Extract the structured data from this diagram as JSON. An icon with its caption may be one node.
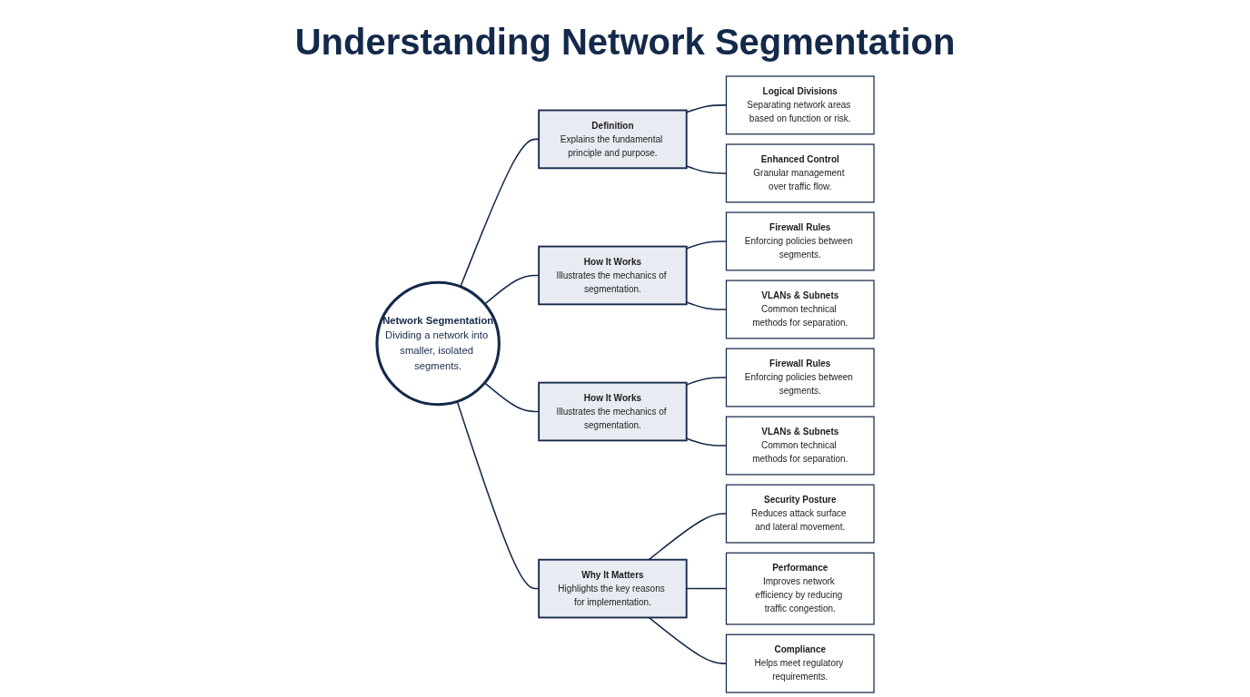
{
  "diagram": {
    "title": "Understanding Network Segmentation",
    "nodes": [
      {
        "text": [
          "Network Segmentation",
          "Dividing a network into smaller, isolated segments."
        ]
      },
      {
        "text": [
          "Definition",
          "Explains the fundamental principle and purpose."
        ]
      },
      {
        "text": [
          "Logical Divisions",
          "Separating network areas based on function or risk."
        ]
      },
      {
        "text": [
          "Enhanced Control",
          "Granular management over traffic flow."
        ]
      },
      {
        "text": [
          "How It Works",
          "Illustrates the mechanics of segmentation."
        ]
      },
      {
        "text": [
          "Firewall Rules",
          "Enforcing policies between segments."
        ]
      },
      {
        "text": [
          "VLANs & Subnets",
          "Common technical methods for separation."
        ]
      },
      {
        "text": [
          "How It Works",
          "Illustrates the mechanics of segmentation."
        ]
      },
      {
        "text": [
          "Firewall Rules",
          "Enforcing policies between segments."
        ]
      },
      {
        "text": [
          "VLANs & Subnets",
          "Common technical methods for separation."
        ]
      },
      {
        "text": [
          "Why It Matters",
          "Highlights the key reasons for implementation."
        ]
      },
      {
        "text": [
          "Security Posture",
          "Reduces attack surface and lateral movement."
        ]
      },
      {
        "text": [
          "Performance",
          "Improves network efficiency by reducing traffic congestion."
        ]
      },
      {
        "text": [
          "Compliance",
          "Helps meet regulatory requirements."
        ]
      }
    ],
    "edges": [
      {
        "from": 0,
        "to": 1,
        "arrow": "none"
      },
      {
        "from": 1,
        "to": 2,
        "arrow": "none"
      },
      {
        "from": 1,
        "to": 3,
        "arrow": "none"
      },
      {
        "from": 0,
        "to": 4,
        "arrow": "none"
      },
      {
        "from": 4,
        "to": 5,
        "arrow": "none"
      },
      {
        "from": 4,
        "to": 6,
        "arrow": "none"
      },
      {
        "from": 0,
        "to": 7,
        "arrow": "none"
      },
      {
        "from": 7,
        "to": 8,
        "arrow": "none"
      },
      {
        "from": 7,
        "to": 9,
        "arrow": "none"
      },
      {
        "from": 0,
        "to": 10,
        "arrow": "none"
      },
      {
        "from": 10,
        "to": 11,
        "arrow": "none"
      },
      {
        "from": 10,
        "to": 12,
        "arrow": "none"
      },
      {
        "from": 10,
        "to": 13,
        "arrow": "none"
      }
    ]
  }
}
